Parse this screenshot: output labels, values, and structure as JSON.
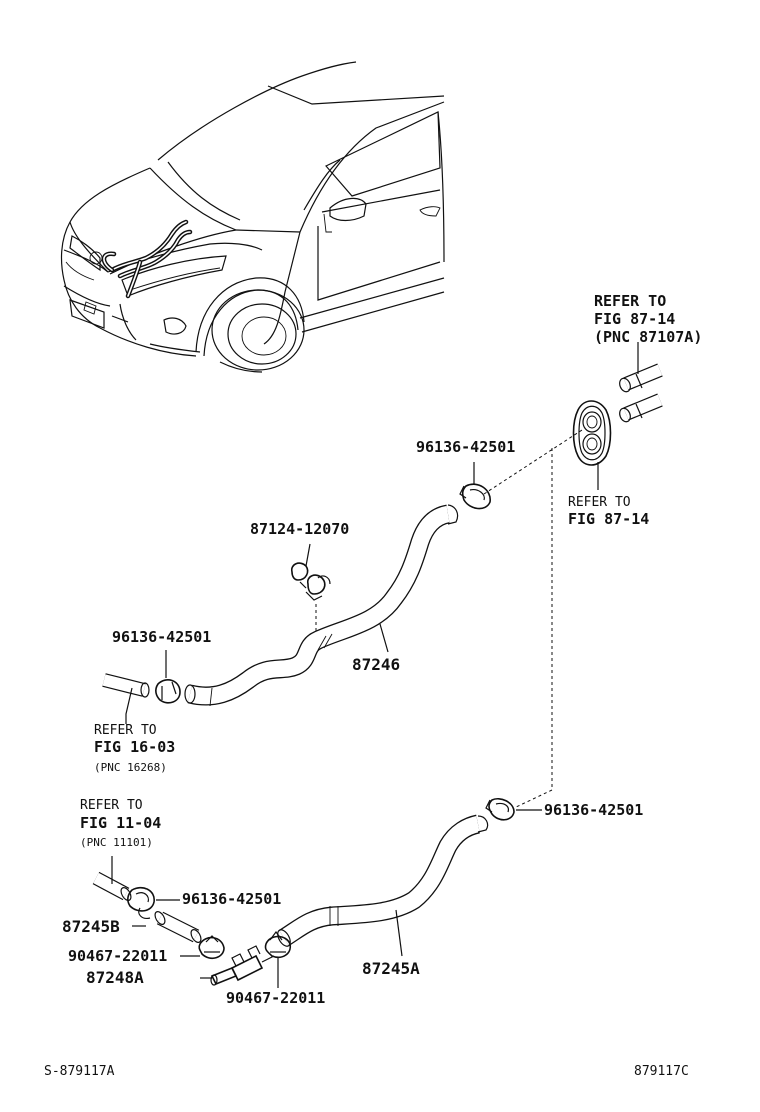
{
  "labels": {
    "refer_top_1": "REFER TO",
    "refer_top_2": "FIG 87-14",
    "refer_top_3": "(PNC 87107A)",
    "refer_grommet_1": "REFER TO",
    "refer_grommet_2": "FIG 87-14",
    "refer_left_1": "REFER TO",
    "refer_left_2": "FIG 16-03",
    "refer_left_3": "(PNC 16268)",
    "refer_low_1": "REFER TO",
    "refer_low_2": "FIG 11-04",
    "refer_low_3": "(PNC 11101)"
  },
  "parts": {
    "clamp_upper_right": "96136-42501",
    "clip_upper": "87124-12070",
    "clamp_upper_left": "96136-42501",
    "hose_upper": "87246",
    "clamp_lower_right": "96136-42501",
    "clamp_lower_left": "96136-42501",
    "hose_lower_b": "87245B",
    "clamp_small_1": "90467-22011",
    "hose_joint": "87248A",
    "clamp_small_2": "90467-22011",
    "hose_lower_a": "87245A"
  },
  "footer": {
    "left_code": "S-879117A",
    "right_code": "879117C"
  }
}
